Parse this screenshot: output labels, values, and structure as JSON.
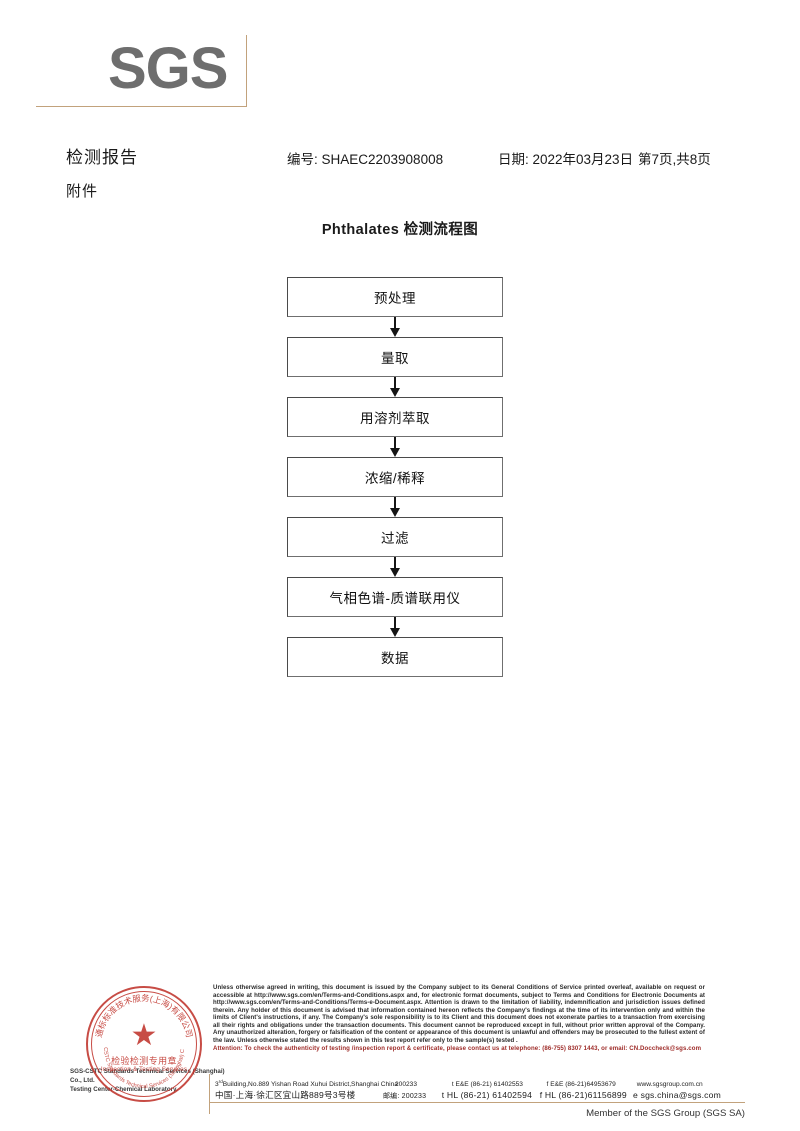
{
  "logo": {
    "text": "SGS"
  },
  "header": {
    "title": "检测报告",
    "subtitle": "附件",
    "report_number": "编号: SHAEC2203908008",
    "date": "日期: 2022年03月23日",
    "page": "第7页,共8页"
  },
  "flowchart": {
    "title": "Phthalates 检测流程图",
    "steps": [
      {
        "label": "预处理"
      },
      {
        "label": "量取"
      },
      {
        "label": "用溶剂萃取"
      },
      {
        "label": "浓缩/稀释"
      },
      {
        "label": "过滤"
      },
      {
        "label": "气相色谱-质谱联用仪"
      },
      {
        "label": "数据"
      }
    ]
  },
  "legal": {
    "body": "Unless otherwise agreed in writing, this document is issued by the Company subject to its General Conditions of Service printed overleaf, available on request or accessible at http://www.sgs.com/en/Terms-and-Conditions.aspx and, for electronic format documents, subject to Terms and Conditions for Electronic Documents at http://www.sgs.com/en/Terms-and-Conditions/Terms-e-Document.aspx. Attention is drawn to the limitation of liability, indemnification and jurisdiction issues defined therein. Any holder of this document is advised that information contained hereon reflects the Company's findings at the time of its intervention only and within the limits of Client's instructions, if any. The Company's sole responsibility is to its Client and this document does not exonerate parties to a transaction from exercising all their rights and obligations under the transaction documents. This document cannot be reproduced except in full, without prior written approval of the Company. Any unauthorized alteration, forgery or falsification of the content or appearance of this document is unlawful and offenders may be prosecuted to the fullest extent of the law. Unless otherwise stated the results shown in this test report refer only to the sample(s) tested .",
    "attention": "Attention: To check the authenticity of testing /inspection report & certificate, please contact us at telephone: (86-755) 8307 1443, or email: CN.Doccheck@sgs.com",
    "attention_color": "#9e2b28"
  },
  "company": {
    "line1": "SGS-CSTC Standards Technical Services (Shanghai) Co., Ltd.",
    "line2": "Testing Center-Chemical Laboratory."
  },
  "seal": {
    "arc_cn": "通标标准技术服务(上海)有限公司",
    "arc_en": "SGS-CSTC Standards Technical Services (Shanghai) Co., Ltd",
    "center_cn": "检验检测专用章",
    "center_en": "Inspection & Testing Services",
    "star": "★",
    "color": "#c0342c"
  },
  "address": {
    "en": {
      "street_prefix": "3",
      "street_sup": "rd",
      "street": "Building,No.889 Yishan Road Xuhui District,Shanghai China",
      "postcode": "200233",
      "tel": "t E&E (86-21) 61402553",
      "fax": "f E&E (86-21)64953679",
      "web": "www.sgsgroup.com.cn"
    },
    "cn": {
      "street": "中国·上海·徐汇区宜山路889号3号楼",
      "postcode_label": "邮编: 200233",
      "tel": "t HL (86-21) 61402594",
      "fax": "f HL (86-21)61156899",
      "email": "e sgs.china@sgs.com"
    }
  },
  "footer": {
    "member": "Member of the SGS Group (SGS SA)"
  }
}
